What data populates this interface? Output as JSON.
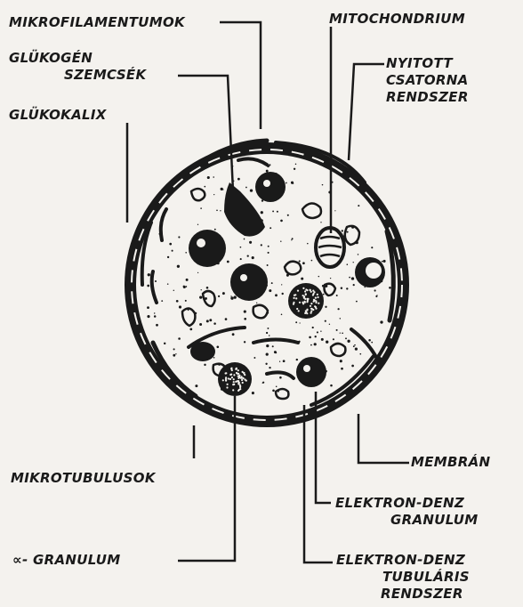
{
  "labels": {
    "mikrofilamentumok": "MIKROFILAMENTUMOK",
    "mitochondrium": "MITOCHONDRIUM",
    "glukogen_line1": "GLÜKOGÉN",
    "glukogen_line2": "SZEMCSÉK",
    "nyitott_line1": "NYITOTT",
    "nyitott_line2": "CSATORNA",
    "nyitott_line3": "RENDSZER",
    "glukokalix": "GLÜKOKALIX",
    "mikrotubulusok": "MIKROTUBULUSOK",
    "membran": "MEMBRÁN",
    "edg_line1": "ELEKTRON-DENZ",
    "edg_line2": "GRANULUM",
    "alpha_granulum": "∝- GRANULUM",
    "edt_line1": "ELEKTRON-DENZ",
    "edt_line2": "TUBULÁRIS",
    "edt_line3": "RENDSZER"
  },
  "colors": {
    "ink": "#1a1a1a",
    "paper": "#f4f2ee"
  }
}
